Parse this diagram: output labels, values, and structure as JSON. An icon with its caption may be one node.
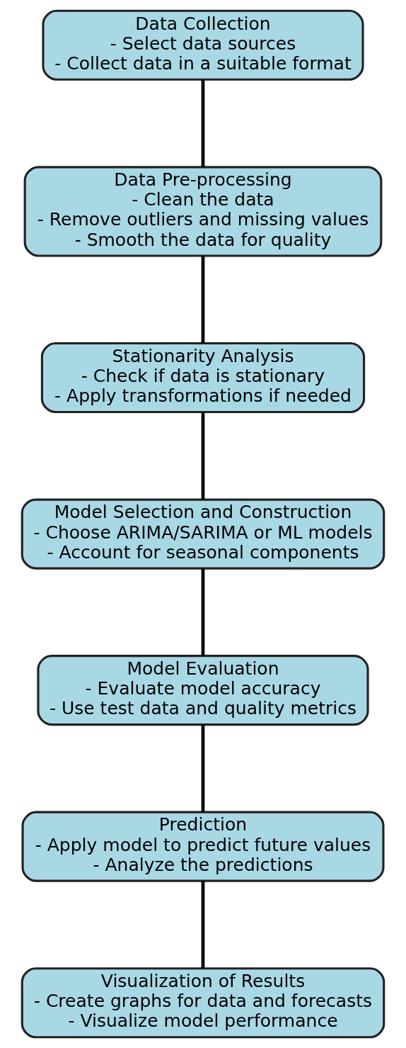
{
  "diagram": {
    "nodes": [
      {
        "text": [
          "Data Collection",
          "- Select data sources",
          "- Collect data in a suitable format"
        ]
      },
      {
        "text": [
          "Data Pre-processing",
          "- Clean the data",
          "- Remove outliers and missing values",
          "- Smooth the data for quality"
        ]
      },
      {
        "text": [
          "Stationarity Analysis",
          "- Check if data is stationary",
          "- Apply transformations if needed"
        ]
      },
      {
        "text": [
          "Model Selection and Construction",
          "- Choose ARIMA/SARIMA or ML models",
          "- Account for seasonal components"
        ]
      },
      {
        "text": [
          "Model Evaluation",
          "- Evaluate model accuracy",
          "- Use test data and quality metrics"
        ]
      },
      {
        "text": [
          "Prediction",
          "- Apply model to predict future values",
          "- Analyze the predictions"
        ]
      },
      {
        "text": [
          "Visualization of Results",
          "- Create graphs for data and forecasts",
          "- Visualize model performance"
        ]
      }
    ],
    "edges": [
      {
        "from": 0,
        "to": 1,
        "arrow": "none"
      },
      {
        "from": 1,
        "to": 2,
        "arrow": "none"
      },
      {
        "from": 2,
        "to": 3,
        "arrow": "none"
      },
      {
        "from": 3,
        "to": 4,
        "arrow": "none"
      },
      {
        "from": 4,
        "to": 5,
        "arrow": "none"
      },
      {
        "from": 5,
        "to": 6,
        "arrow": "none"
      }
    ]
  }
}
